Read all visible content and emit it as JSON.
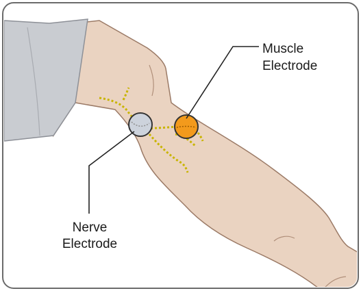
{
  "labels": {
    "muscle_line1": "Muscle",
    "muscle_line2": "Electrode",
    "nerve_line1": "Nerve",
    "nerve_line2": "Electrode"
  },
  "icons": {
    "nerve_electrode": "grey-circle-electrode",
    "muscle_electrode": "orange-circle-electrode"
  },
  "colors": {
    "frame_border": "#6b6b6b",
    "skin": "#ead3c1",
    "skin_outline": "#9b7a66",
    "sleeve": "#c9ccd1",
    "nerve_path": "#c8b400",
    "nerve_electrode": "#cdd3dc",
    "muscle_electrode": "#f39a1c",
    "callout_line": "#222222"
  }
}
